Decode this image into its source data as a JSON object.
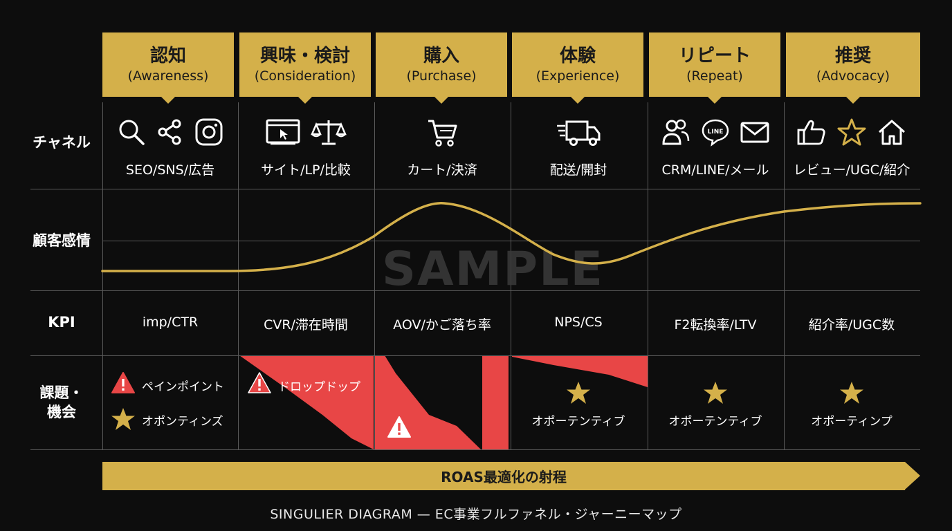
{
  "colors": {
    "gold": "#d4b04a",
    "red": "#e84646",
    "background": "#0d0d0d",
    "grid": "#5a5a5a"
  },
  "stages": [
    {
      "ja": "認知",
      "en": "(Awareness)",
      "channel": "SEO/SNS/広告",
      "kpi": "imp/CTR",
      "icons": [
        "search-icon",
        "share-icon",
        "instagram-icon"
      ]
    },
    {
      "ja": "興味・検討",
      "en": "(Consideration)",
      "channel": "サイト/LP/比較",
      "kpi": "CVR/滞在時間",
      "icons": [
        "browser-icon",
        "scale-icon"
      ]
    },
    {
      "ja": "購入",
      "en": "(Purchase)",
      "channel": "カート/決済",
      "kpi": "AOV/かご落ち率",
      "icons": [
        "cart-icon"
      ]
    },
    {
      "ja": "体験",
      "en": "(Experience)",
      "channel": "配送/開封",
      "kpi": "NPS/CS",
      "icons": [
        "truck-icon"
      ]
    },
    {
      "ja": "リピート",
      "en": "(Repeat)",
      "channel": "CRM/LINE/メール",
      "kpi": "F2転換率/LTV",
      "icons": [
        "users-icon",
        "line-icon",
        "mail-icon"
      ]
    },
    {
      "ja": "推奨",
      "en": "(Advocacy)",
      "channel": "レビュー/UGC/紹介",
      "kpi": "紹介率/UGC数",
      "icons": [
        "thumbs-up-icon",
        "star-outline-icon",
        "home-icon"
      ]
    }
  ],
  "row_labels": {
    "channel": "チャネル",
    "emotion": "顧客感情",
    "kpi": "KPI",
    "issues_line1": "課題・",
    "issues_line2": "機会"
  },
  "issues": {
    "pain_point": "ペインポイント",
    "opportunity_legend": "オポンティンズ",
    "dropoff": "ドロップドップ",
    "experience_opportunity": "オポーテンティブ",
    "repeat_opportunity": "オポーテンティブ",
    "advocacy_opportunity": "オポーティンプ"
  },
  "line_badge": "LINE",
  "watermark": "SAMPLE",
  "roas_label": "ROAS最適化の射程",
  "footer": "SINGULIER DIAGRAM — EC事業フルファネル・ジャーニーマップ"
}
